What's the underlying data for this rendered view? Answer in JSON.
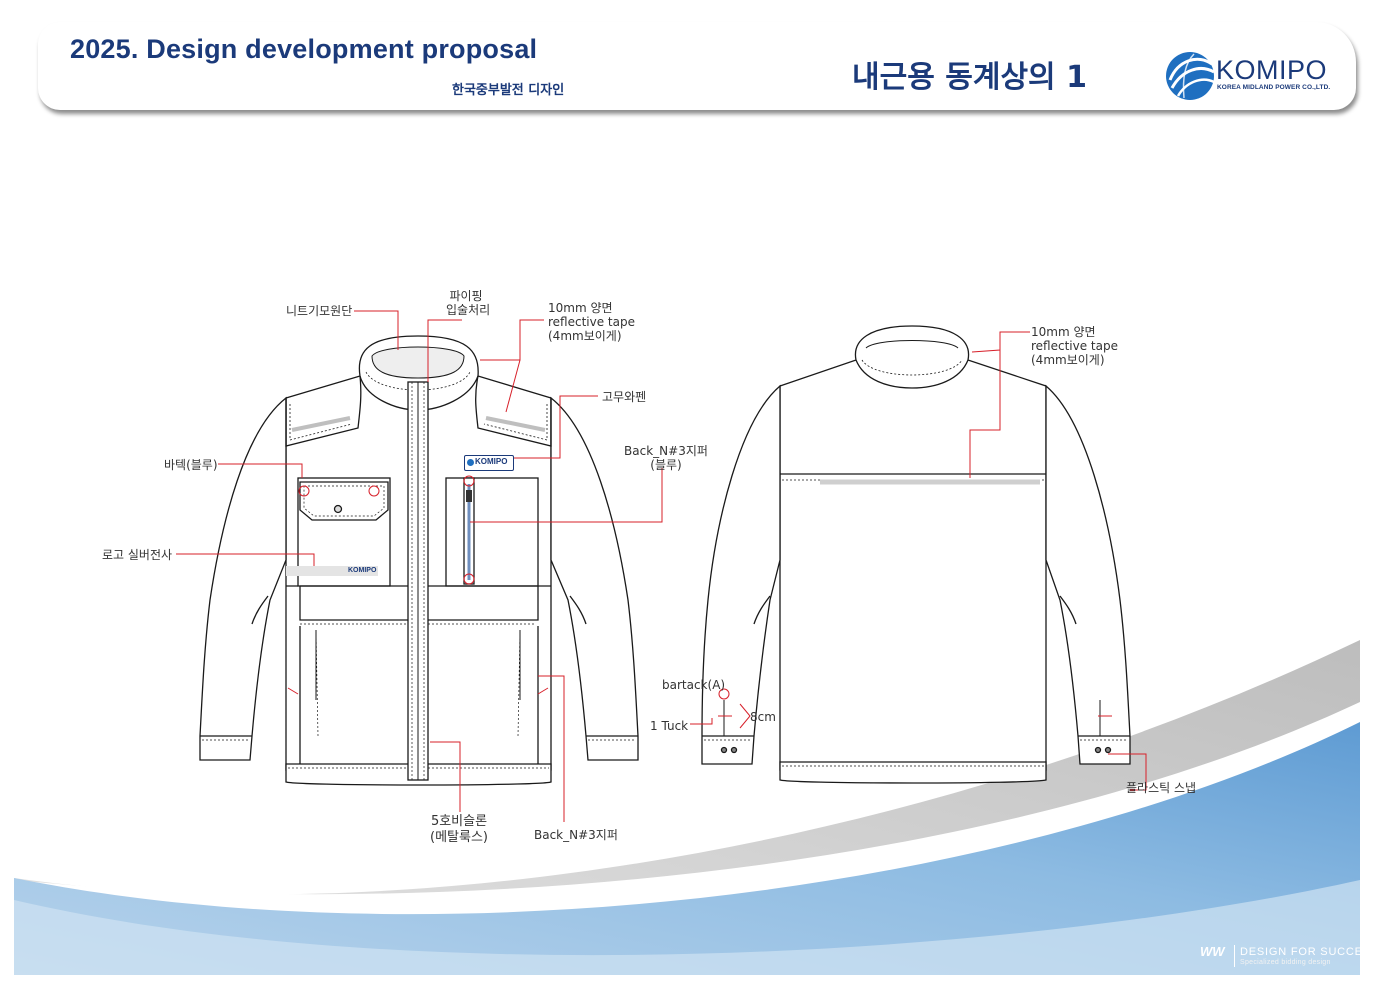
{
  "header": {
    "title": "2025. Design development proposal",
    "subtitle": "한국중부발전 디자인",
    "product_name": "내근용 동계상의 1",
    "logo_name": "KOMIPO",
    "logo_tagline": "KOREA MIDLAND POWER CO.,LTD."
  },
  "garment": {
    "chest_badge": "KOMIPO",
    "print_logo": "KOMIPO"
  },
  "annotations": {
    "knit_collar": "니트기모원단",
    "piping_line1": "파이핑",
    "piping_line2": "입술처리",
    "tape_line1": "10mm 양면",
    "tape_line2": "reflective tape",
    "tape_line3": "(4mm보이게)",
    "rubber_patch": "고무와펜",
    "chest_zip_line1": "Back_N#3지퍼",
    "chest_zip_line2": "(블루)",
    "bartack_blue": "바텍(블루)",
    "logo_print": "로고 실버전사",
    "front_zip_line1": "5호비슬론",
    "front_zip_line2": "(메탈룩스)",
    "pocket_zip": "Back_N#3지퍼",
    "back_tape_line1": "10mm 양면",
    "back_tape_line2": "reflective tape",
    "back_tape_line3": "(4mm보이게)",
    "bartack_a": "bartack(A)",
    "tuck": "1 Tuck",
    "cuff_measure": "8cm",
    "plastic_snap": "플라스틱 스냅"
  },
  "footer": {
    "mark": "WW",
    "slogan": "DESIGN FOR SUCCESS",
    "tagline": "Specialized bidding design"
  },
  "colors": {
    "brand_navy": "#1b3a7a",
    "annotation_red": "#d7202a",
    "wave_blue": "#7fb0dd",
    "wave_light": "#c9dff0",
    "wave_gray": "#c7c7c7"
  }
}
